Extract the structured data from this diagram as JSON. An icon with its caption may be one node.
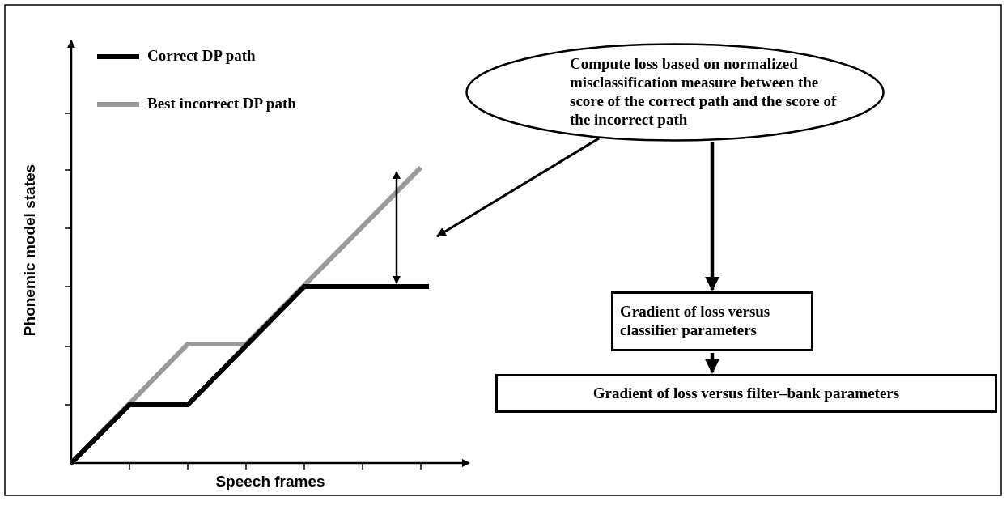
{
  "diagram": {
    "nodes": [
      {
        "text": [
          "Compute loss based on normalized misclassification measure  between the score of the correct path and the score of the incorrect path"
        ]
      },
      {
        "text": [
          "Gradient of loss versus classifier  parameters"
        ]
      },
      {
        "text": [
          "Gradient of loss versus filter–bank parameters"
        ]
      }
    ],
    "edges": [
      {
        "from": 0,
        "to": null,
        "arrow": "to"
      },
      {
        "from": 0,
        "to": 1,
        "arrow": "to"
      },
      {
        "from": 1,
        "to": 2,
        "arrow": "to"
      }
    ],
    "labels": [
      "Phonemic model states",
      "Speech frames"
    ],
    "legend": [
      {
        "text": "Correct DP path"
      },
      {
        "text": "Best incorrect DP path"
      }
    ]
  }
}
